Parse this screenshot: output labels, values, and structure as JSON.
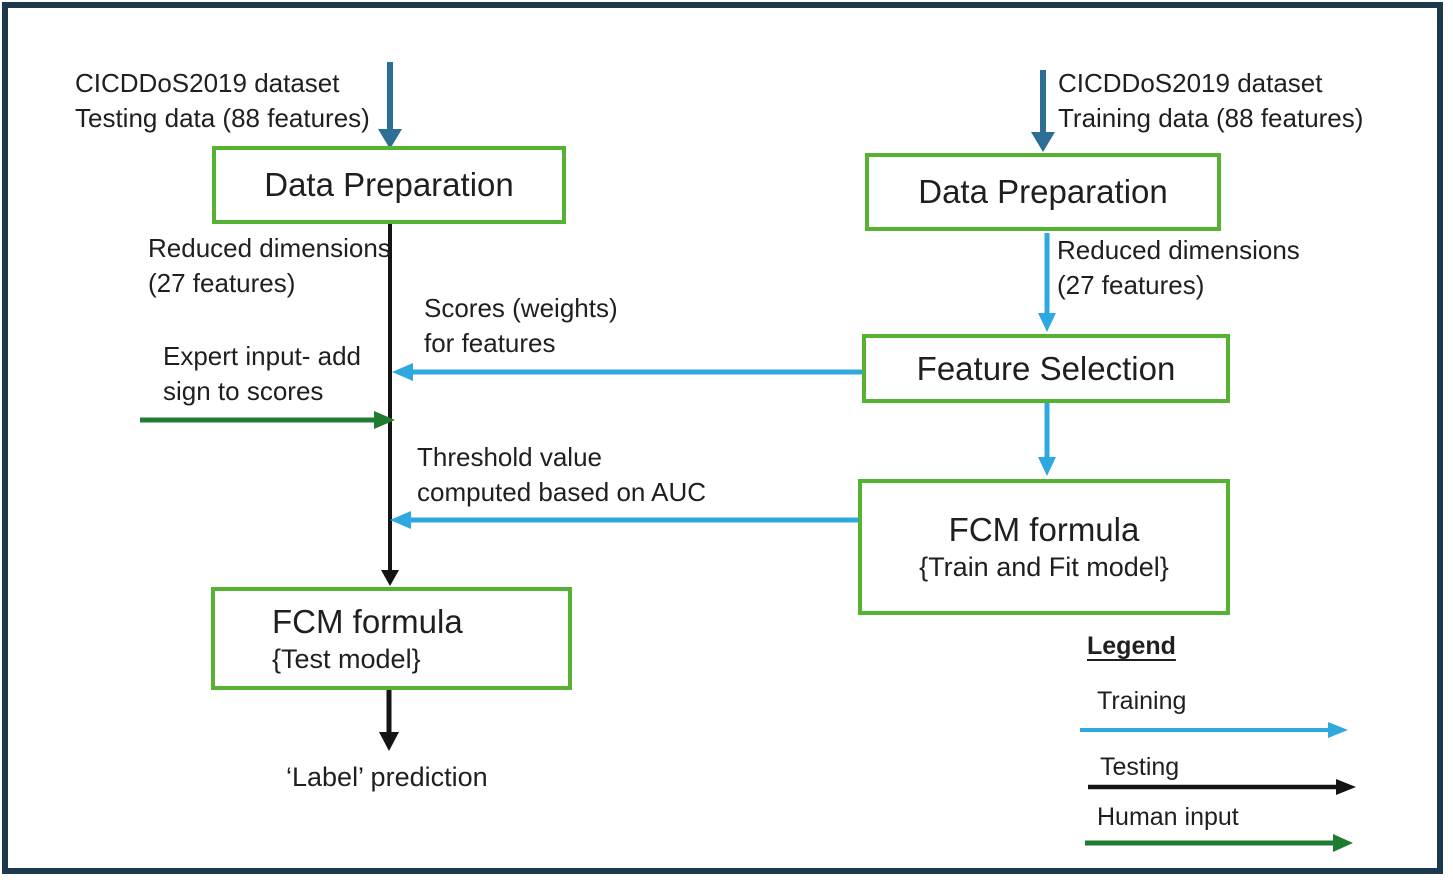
{
  "colors": {
    "frame_navy": "#1b3a4e",
    "box_green": "#55b232",
    "dataset_blue": "#2d6f94",
    "training_blue": "#2fa8e0",
    "testing_black": "#141414",
    "human_green": "#1e7b2f",
    "text_dark": "#1f1f1f"
  },
  "testing_flow": {
    "dataset_label": {
      "line1": "CICDDoS2019 dataset",
      "line2": "Testing data (88 features)"
    },
    "data_preparation_box": "Data Preparation",
    "reduced_dimensions": {
      "line1": "Reduced dimensions",
      "line2": "(27 features)"
    },
    "expert_input": {
      "line1": "Expert input- add",
      "line2": "sign to scores"
    },
    "fcm_box": {
      "title": "FCM formula",
      "subtitle": "{Test model}"
    },
    "output_label": "‘Label’ prediction"
  },
  "training_flow": {
    "dataset_label": {
      "line1": "CICDDoS2019 dataset",
      "line2": "Training data (88 features)"
    },
    "data_preparation_box": "Data Preparation",
    "reduced_dimensions": {
      "line1": "Reduced dimensions",
      "line2": "(27 features)"
    },
    "feature_selection_box": "Feature Selection",
    "fcm_box": {
      "title": "FCM formula",
      "subtitle": "{Train and Fit model}"
    }
  },
  "cross_flow": {
    "scores_label": {
      "line1": "Scores (weights)",
      "line2": "for features"
    },
    "threshold_label": {
      "line1": "Threshold value",
      "line2": "computed based on AUC"
    }
  },
  "legend": {
    "title": "Legend",
    "items": [
      {
        "label": "Training"
      },
      {
        "label": "Testing"
      },
      {
        "label": "Human input"
      }
    ]
  }
}
